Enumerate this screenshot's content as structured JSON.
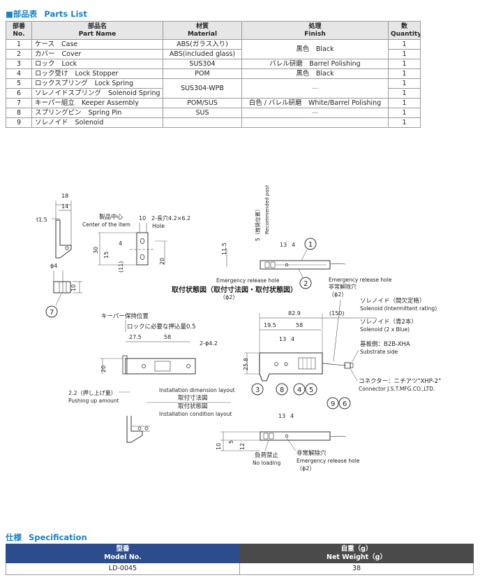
{
  "parts_list": {
    "heading_square": "■",
    "heading_ja": "部品表",
    "heading_en": "Parts List",
    "columns": [
      {
        "ja": "部番",
        "en": "No."
      },
      {
        "ja": "部品名",
        "en": "Part Name"
      },
      {
        "ja": "材質",
        "en": "Material"
      },
      {
        "ja": "処理",
        "en": "Finish"
      },
      {
        "ja": "数",
        "en": "Quantity"
      }
    ],
    "rows": [
      {
        "no": "1",
        "name_ja": "ケース",
        "name_en": "Case",
        "material": "ABS(ガラス入り)",
        "finish": "黒色　Black",
        "qty": "1"
      },
      {
        "no": "2",
        "name_ja": "カバー",
        "name_en": "Cover",
        "material": "ABS(included glass)",
        "finish": "",
        "qty": "1"
      },
      {
        "no": "3",
        "name_ja": "ロック",
        "name_en": "Lock",
        "material": "SUS304",
        "finish": "バレル研磨　Barrel Polishing",
        "qty": "1"
      },
      {
        "no": "4",
        "name_ja": "ロック受け",
        "name_en": "Lock Stopper",
        "material": "POM",
        "finish": "黒色　Black",
        "qty": "1"
      },
      {
        "no": "5",
        "name_ja": "ロックスプリング",
        "name_en": "Lock Spring",
        "material": "SUS304-WPB",
        "finish": "—",
        "qty": "1"
      },
      {
        "no": "6",
        "name_ja": "ソレノイドスプリング",
        "name_en": "Solenoid Spring",
        "material": "",
        "finish": "",
        "qty": "1"
      },
      {
        "no": "7",
        "name_ja": "キーパー組立",
        "name_en": "Keeper Assembly",
        "material": "POM/SUS",
        "finish": "白色 / バレル研磨　White/Barrel Polishing",
        "qty": "1"
      },
      {
        "no": "8",
        "name_ja": "スプリングピン",
        "name_en": "Spring Pin",
        "material": "SUS",
        "finish": "—",
        "qty": "1"
      },
      {
        "no": "9",
        "name_ja": "ソレノイド",
        "name_en": "Solenoid",
        "material": "",
        "finish": "",
        "qty": "1"
      }
    ]
  },
  "drawing": {
    "dims": {
      "d18": "18",
      "d14": "14",
      "t15": "t1.5",
      "phi4": "ϕ4",
      "d10a": "10",
      "d10b": "10",
      "slot": "2-長穴4.2×6.2",
      "d30": "30",
      "d15": "15",
      "d4": "4",
      "d11": "(11)",
      "d20": "20",
      "d115": "11.5",
      "d5": "5",
      "d13": "13",
      "d4b": "4",
      "d829": "82.9",
      "d150": "(150)",
      "d195": "19.5",
      "d58": "58",
      "d13b": "13",
      "d4c": "4",
      "d258": "25.8",
      "d275": "27.5",
      "d58b": "58",
      "phi42": "2-ϕ4.2",
      "d20b": "20",
      "d22": "2.2（押し上げ量）",
      "d13c": "13",
      "d4d": "4",
      "d10c": "10",
      "d5b": "5",
      "d12": "12",
      "phi2a": "（ϕ2）",
      "phi2b": "（ϕ2）",
      "phi2c": "（ϕ2）"
    },
    "labels": {
      "center_ja": "製品中心",
      "center_en": "Center of the item",
      "hole": "Hole",
      "rec_ja": "5（推奨位置）",
      "rec_en": "Recommended position",
      "emerg_en": "Emergency release hole",
      "emerg_ja": "非常解除穴",
      "solenoid_rating_ja": "ソレノイド（間欠定格）",
      "solenoid_rating_en": "Solenoid (Intermittent rating)",
      "solenoid_blue_ja": "ソレノイド（青2本）",
      "solenoid_blue_en": "Solenoid (2 x Blue)",
      "substrate_ja": "基板側：B2B-XHA",
      "substrate_en": "Substrate side",
      "connector_ja": "コネクター：ニチアツ\"XHP-2\"",
      "connector_en": "Connector J.S.T.MFG.CO.,LTD.",
      "keeper_pos": "キーパー保持位置",
      "lock_push": "ロックに必要な押込量0.5",
      "install_dim_en": "Installation dimension layout",
      "install_dim_ja": "取付寸法図",
      "install_cond_ja": "取付状態図",
      "install_cond_en": "Installation condition layout",
      "push_en": "Pushing up amount",
      "noload_ja": "負荷禁止",
      "noload_en": "No loading",
      "garbled": "取付状態図（取付寸法図・取付状態図）"
    },
    "callouts": [
      "1",
      "2",
      "3",
      "4",
      "5",
      "6",
      "7",
      "8",
      "9"
    ]
  },
  "specification": {
    "heading_ja": "仕様",
    "heading_en": "Specification",
    "col_model_ja": "型番",
    "col_model_en": "Model No.",
    "col_weight_ja": "自重（g）",
    "col_weight_en": "Net Weight（g）",
    "model": "LD-0045",
    "weight": "38"
  }
}
